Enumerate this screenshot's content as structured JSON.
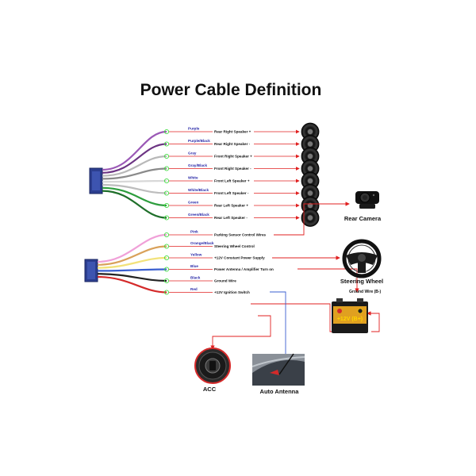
{
  "title": "Power Cable Definition",
  "upper_wires": [
    {
      "color_label": "Purple",
      "function": "Rear Right Speaker +",
      "wire_color": "#9b59b6"
    },
    {
      "color_label": "Purple/Black",
      "function": "Rear Right Speaker -",
      "wire_color": "#6c3483"
    },
    {
      "color_label": "Gray",
      "function": "Front Right Speaker +",
      "wire_color": "#b8b8b8"
    },
    {
      "color_label": "Gray/Black",
      "function": "Front Right Speaker -",
      "wire_color": "#8a8a8a"
    },
    {
      "color_label": "White",
      "function": "Front Left Speaker +",
      "wire_color": "#d8d8d8"
    },
    {
      "color_label": "White/Black",
      "function": "Front Left Speaker -",
      "wire_color": "#bdbdbd"
    },
    {
      "color_label": "Green",
      "function": "Rear Left Speaker +",
      "wire_color": "#2e9e3e"
    },
    {
      "color_label": "Green/Black",
      "function": "Rear Left Speaker -",
      "wire_color": "#1f6f2a"
    }
  ],
  "lower_wires": [
    {
      "color_label": "Pink",
      "function": "Parking Sensor Control Wires",
      "wire_color": "#f0a0d8"
    },
    {
      "color_label": "Orange/Black",
      "function": "Steering Wheel Control",
      "wire_color": "#d9a15a"
    },
    {
      "color_label": "Yellow",
      "function": "+12V Constant Power Supply",
      "wire_color": "#f2e27a"
    },
    {
      "color_label": "Blue",
      "function": "Power Antenna / Amplifier Turn on",
      "wire_color": "#3a5fd0"
    },
    {
      "color_label": "Black",
      "function": "Ground Wire",
      "wire_color": "#222222"
    },
    {
      "color_label": "Red",
      "function": "+12V Ignition Switch",
      "wire_color": "#d42a2a"
    }
  ],
  "devices": {
    "rear_camera": "Rear Camera",
    "steering_wheel": "Steering Wheel",
    "acc": "ACC",
    "auto_antenna": "Auto Antenna",
    "ground_wire": "Ground Wire (B-)",
    "battery": "+12V (B+)"
  },
  "colors": {
    "arrow": "#e02020",
    "connector": "#2c3e8f",
    "ring": "#44dd44",
    "battery": "#e0a020"
  }
}
